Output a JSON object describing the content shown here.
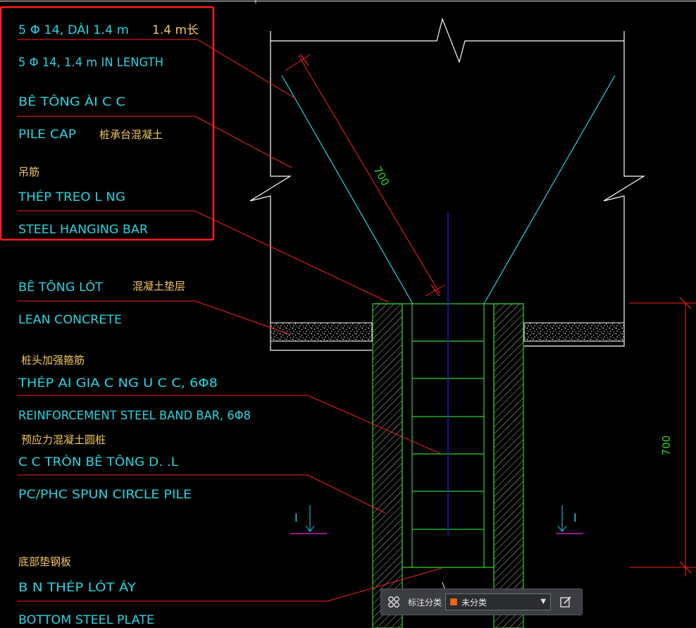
{
  "colors": {
    "background": "#000000",
    "leader": "#ff2020",
    "outline": "#ffffff",
    "cyan": "#29d4e0",
    "green": "#2bd42b",
    "blue": "#2020ff",
    "magenta": "#c020c0",
    "chinese_text": "#f6c85f",
    "dim_green": "#2bd42b",
    "callout_box": "#ff2020",
    "swatch": "#e8641c"
  },
  "notes": [
    {
      "id": "bar-vi",
      "text": "5 Φ 14, DÀI 1.4 m"
    },
    {
      "id": "bar-cn",
      "text": "1.4 m长"
    },
    {
      "id": "bar-en",
      "text": "5 Φ 14, 1.4 m IN LENGTH"
    },
    {
      "id": "cap-vi",
      "text": "BÊ TÔNG  ÀI C C"
    },
    {
      "id": "cap-en",
      "text": "PILE CAP"
    },
    {
      "id": "cap-cn",
      "text": "桩承台混凝土"
    },
    {
      "id": "hang-cn",
      "text": "吊筋"
    },
    {
      "id": "hang-vi",
      "text": "THÉP TREO L NG"
    },
    {
      "id": "hang-en",
      "text": "STEEL HANGING BAR"
    },
    {
      "id": "lean-vi",
      "text": "BÊ TÔNG LÓT"
    },
    {
      "id": "lean-cn",
      "text": "混凝土垫层"
    },
    {
      "id": "lean-en",
      "text": "LEAN CONCRETE"
    },
    {
      "id": "band-cn",
      "text": "桩头加强箍筋"
    },
    {
      "id": "band-vi",
      "text": "THÉP  AI GIA C  NG   U C C, 6Φ8"
    },
    {
      "id": "band-en",
      "text": "REINFORCEMENT STEEL BAND BAR, 6Φ8"
    },
    {
      "id": "pile-cn",
      "text": "预应力混凝土圆桩"
    },
    {
      "id": "pile-vi",
      "text": "C C TRÒN BÊ TÔNG D. .L"
    },
    {
      "id": "pile-en",
      "text": "PC/PHC SPUN CIRCLE PILE"
    },
    {
      "id": "plate-cn",
      "text": "底部垫钢板"
    },
    {
      "id": "plate-vi",
      "text": "B N THÉP LÓT  ÁY"
    },
    {
      "id": "plate-en",
      "text": "BOTTOM STEEL PLATE"
    }
  ],
  "dimensions": {
    "diagonal": "700",
    "vertical": "700"
  },
  "section_marks": {
    "left": "I",
    "right": "I"
  },
  "toolbar": {
    "grid_icon": "grid-icon",
    "label": "标注分类",
    "selected_value": "未分类",
    "dropdown_icon": "chevron-down-icon",
    "edit_icon": "edit-icon"
  }
}
